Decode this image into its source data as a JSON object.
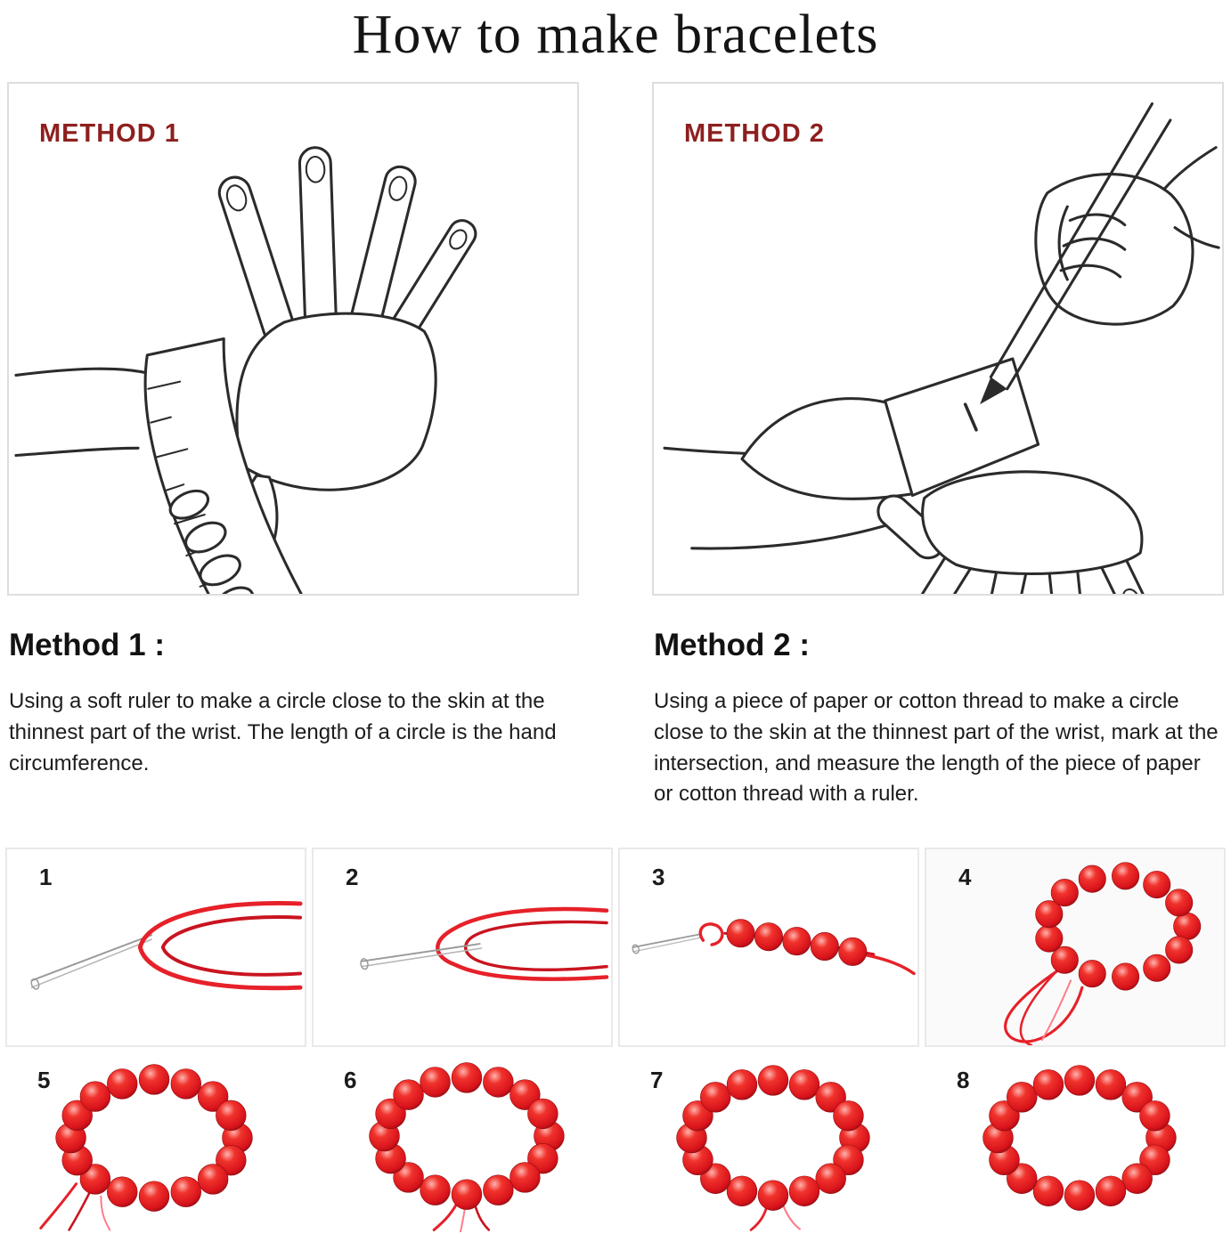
{
  "title": "How to make bracelets",
  "method1": {
    "label": "METHOD 1",
    "heading": "Method 1 :",
    "body": "Using a soft ruler to make a circle close to the skin at the thinnest part of the wrist. The length of a circle is the hand circumference."
  },
  "method2": {
    "label": "METHOD 2",
    "heading": "Method 2 :",
    "body": "Using a piece of paper or cotton thread to make a circle close to the skin at the thinnest part of the wrist, mark at the intersection, and measure the length of the piece of paper or cotton thread with a ruler."
  },
  "steps": [
    "1",
    "2",
    "3",
    "4",
    "5",
    "6",
    "7",
    "8"
  ],
  "colors": {
    "accent_red": "#8e1f1f",
    "bead_red": "#e62129",
    "cord_red": "#e8252b",
    "cord_pink": "#ff7b8a"
  }
}
